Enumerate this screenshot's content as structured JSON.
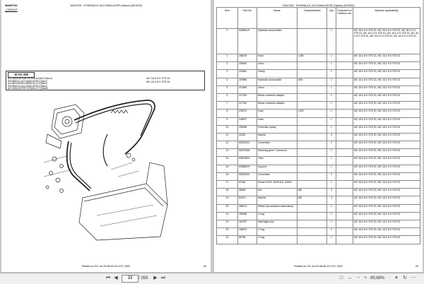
{
  "left_page": {
    "brand": "MANITOU",
    "title": "10AC226 - HYDRAULIC ACCUMULATOR (Option) (647823)",
    "section": "_CIRCUIT",
    "diagram_code": "10 AC 226",
    "diagram_names": [
      "ACCUMULATEUR HYDRAULIQUE (Option)",
      "HYDRAULIC ACCUMULATOR (Option)",
      "ACUMULADOR HIDRAULICO (Option)",
      "HYDRAULIC ACCUMULATOR (Option)",
      "ACCUMULATORE IDRAULICO (Option)"
    ],
    "models": [
      "MC 18-2 D K ST5 S1",
      "MC 18-4 D K ST5 S1"
    ],
    "footer": "Printed on  FH Jul 29 08:40:19 UTC 2022",
    "page_number": "25"
  },
  "right_page": {
    "title": "10AC226 - HYDRAULIC ACCUMULATOR (Option) (647823)",
    "headers": {
      "item": "Item",
      "part_no": "Part No.",
      "name": "Name",
      "characteristics": "Characteristics",
      "qty": "Qty",
      "superseded": "Supersed ed PartNum ber",
      "applicability": "Machine applicability"
    },
    "rows": [
      {
        "item": "0",
        "part": "52668115",
        "name": "Hydraulic accumulator",
        "char": "",
        "qty": "1",
        "sup": "",
        "app": "MC 18-4 D K ST5 S1, MC 25-4 D K ST5 S1, MC 30-4 D K ST5 S1, MC 18-2 D K ST5 S1, MC 18-2 D K ST5 S1, MC 25-4 D K ST5 S1, MC 30-4 D K ST5 S1, MC 18-4 D K ST5 S1"
      },
      {
        "item": "1",
        "part": "288139",
        "name": "Hose",
        "char": "L385",
        "qty": "1",
        "sup": "",
        "app": "MC 18-4 D K ST5 S1, MC 18-2 D K ST5 S1"
      },
      {
        "item": "2",
        "part": "206490",
        "name": "Union",
        "char": "",
        "qty": "1",
        "sup": "",
        "app": "MC 18-4 D K ST5 S1, MC 18-2 D K ST5 S1"
      },
      {
        "item": "3",
        "part": "202661",
        "name": "Clamp",
        "char": "",
        "qty": "1",
        "sup": "",
        "app": "MC 18-4 D K ST5 S1, MC 18-2 D K ST5 S1"
      },
      {
        "item": "4",
        "part": "209986",
        "name": "Hydraulic accumulator",
        "char": "S6S",
        "qty": "1",
        "sup": "",
        "app": "MC 18-4 D K ST5 S1, MC 18-2 D K ST5 S1"
      },
      {
        "item": "5",
        "part": "213490",
        "name": "Union",
        "char": "",
        "qty": "1",
        "sup": "",
        "app": "MC 18-4 D K ST5 S1, MC 18-2 D K ST5 S1"
      },
      {
        "item": "6",
        "part": "217043",
        "name": "Elbow connector adaptor",
        "char": "",
        "qty": "1",
        "sup": "",
        "app": "MC 18-4 D K ST5 S1, MC 18-2 D K ST5 S1"
      },
      {
        "item": "7",
        "part": "217044",
        "name": "Elbow connector adaptor",
        "char": "",
        "qty": "1",
        "sup": "",
        "app": "MC 18-4 D K ST5 S1, MC 18-2 D K ST5 S1"
      },
      {
        "item": "8",
        "part": "239274",
        "name": "Hose",
        "char": "L409",
        "qty": "1",
        "sup": "",
        "app": "MC 18-4 D K ST5 S1, MC 18-2 D K ST5 S1"
      },
      {
        "item": "9",
        "part": "249877",
        "name": "Hose",
        "char": "",
        "qty": "1",
        "sup": "",
        "app": "MC 18-4 D K ST5 S1, MC 18-2 D K ST5 S1"
      },
      {
        "item": "10",
        "part": "299096",
        "name": "Protection spring",
        "char": "",
        "qty": "1",
        "sup": "",
        "app": "MC 18-4 D K ST5 S1, MC 18-2 D K ST5 S1"
      },
      {
        "item": "11",
        "part": "42325",
        "name": "Washer",
        "char": "",
        "qty": "3",
        "sup": "",
        "app": "MC 18-4 D K ST5 S1, MC 18-2 D K ST5 S1"
      },
      {
        "item": "12",
        "part": "52524322",
        "name": "Connection",
        "char": "",
        "qty": "2",
        "sup": "",
        "app": "MC 18-4 D K ST5 S1, MC 18-2 D K ST5 S1"
      },
      {
        "item": "13",
        "part": "52579455",
        "name": "Reducing gear T-connector",
        "char": "",
        "qty": "1",
        "sup": "",
        "app": "MC 18-4 D K ST5 S1, MC 18-2 D K ST5 S1"
      },
      {
        "item": "14",
        "part": "52574893",
        "name": "Tube",
        "char": "",
        "qty": "1",
        "sup": "",
        "app": "MC 18-4 D K ST5 S1, MC 18-2 D K ST5 S1"
      },
      {
        "item": "15",
        "part": "52586029",
        "name": "Support",
        "char": "",
        "qty": "1",
        "sup": "",
        "app": "MC 18-4 D K ST5 S1, MC 18-2 D K ST5 S1"
      },
      {
        "item": "16",
        "part": "52591920",
        "name": "Connection",
        "char": "",
        "qty": "2",
        "sup": "",
        "app": "MC 18-4 D K ST5 S1, MC 18-2 D K ST5 S1"
      },
      {
        "item": "17",
        "part": "57446",
        "name": "Screw H,M 8- 25/25-8.8- ZNA/C",
        "char": "",
        "qty": "1",
        "sup": "",
        "app": "MC 18-4 D K ST5 S1, MC 18-2 D K ST5 S1"
      },
      {
        "item": "18",
        "part": "58528",
        "name": "Nut",
        "char": "M8",
        "qty": "3",
        "sup": "",
        "app": "MC 18-4 D K ST5 S1, MC 18-2 D K ST5 S1"
      },
      {
        "item": "19",
        "part": "61674",
        "name": "Washer",
        "char": "M8",
        "qty": "4",
        "sup": "",
        "app": "MC 18-4 D K ST5 S1, MC 18-2 D K ST5 S1"
      },
      {
        "item": "20",
        "part": "288174",
        "name": "Sticker (accumulator instructions)",
        "char": "",
        "qty": "1",
        "sup": "",
        "app": "MC 18-4 D K ST5 S1, MC 18-2 D K ST5 S1"
      },
      {
        "item": "21",
        "part": "189956",
        "name": "O ring",
        "char": "",
        "qty": "1",
        "sup": "",
        "app": "MC 18-4 D K ST5 S1, MC 18-2 D K ST5 S1"
      },
      {
        "item": "22",
        "part": "184787",
        "name": "Watertight seal",
        "char": "",
        "qty": "1",
        "sup": "",
        "app": "MC 18-4 D K ST5 S1, MC 18-2 D K ST5 S1"
      },
      {
        "item": "23",
        "part": "168373",
        "name": "O ring",
        "char": "",
        "qty": "2",
        "sup": "",
        "app": "MC 18-4 D K ST5 S1, MC 18-2 D K ST5 S1"
      },
      {
        "item": "24",
        "part": "86798",
        "name": "O ring",
        "char": "",
        "qty": "1",
        "sup": "",
        "app": "MC 18-4 D K ST5 S1, MC 18-2 D K ST5 S1"
      }
    ],
    "footer": "Printed on  FH Jul 29 08:40:19 UTC 2022",
    "page_number": "26"
  },
  "toolbar": {
    "current_page": "33",
    "total_pages": "/ 359",
    "zoom": "89,68%"
  }
}
